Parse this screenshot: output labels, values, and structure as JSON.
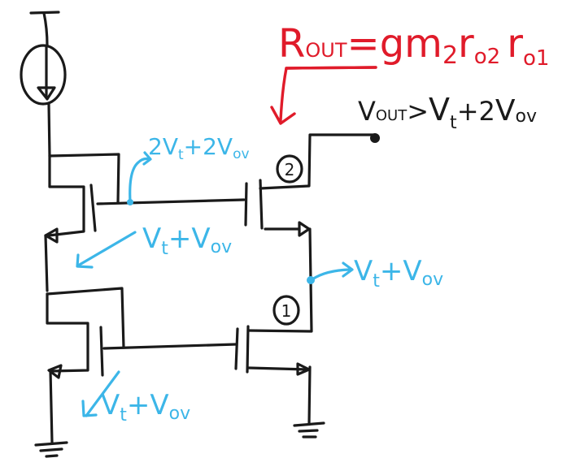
{
  "colors": {
    "wire": "#1a1a1a",
    "annotation_blue": "#3cb6e8",
    "annotation_red": "#e01b2a",
    "background": "#ffffff"
  },
  "formula": {
    "lhs_main": "R",
    "lhs_sub": "OUT",
    "equals": "=",
    "rhs": [
      {
        "main": "gm",
        "sub": "2"
      },
      {
        "main": "r",
        "sub": "o2"
      },
      {
        "main": "r",
        "sub": "o1"
      }
    ]
  },
  "output_condition": {
    "v": "V",
    "v_sub": "OUT",
    "op": ">",
    "term1": "V",
    "term1_sub": "t",
    "plus": "+2",
    "term2": "V",
    "term2_sub": "ov"
  },
  "annotations": {
    "gate_node": {
      "prefix": "2V",
      "sub1": "t",
      "mid": "+2V",
      "sub2": "ov"
    },
    "mirror_node": {
      "prefix": "V",
      "sub1": "t",
      "mid": "+V",
      "sub2": "ov"
    },
    "cascode_mid_node": {
      "prefix": "V",
      "sub1": "t",
      "mid": "+V",
      "sub2": "ov"
    },
    "bottom_node": {
      "prefix": "V",
      "sub1": "t",
      "mid": "+V",
      "sub2": "ov"
    }
  },
  "transistor_labels": {
    "m1": "1",
    "m2": "2"
  },
  "symbols": [
    "current-source",
    "nmos-transistor",
    "ground",
    "vdd-rail",
    "output-node"
  ]
}
